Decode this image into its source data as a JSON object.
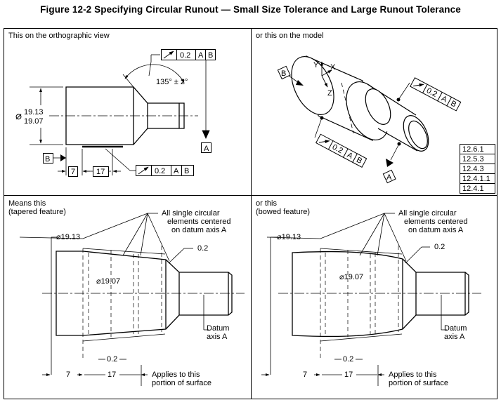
{
  "figure": {
    "title": "Figure 12-2 Specifying Circular Runout — Small Size Tolerance and Large Runout Tolerance"
  },
  "panels": {
    "top_left": {
      "label": "This on the orthographic view",
      "fcf_top": {
        "symbol": "circular-runout-icon",
        "tol": "0.2",
        "d1": "A",
        "d2": "B"
      },
      "fcf_bottom": {
        "symbol": "circular-runout-icon",
        "tol": "0.2",
        "d1": "A",
        "d2": "B"
      },
      "angle": "135° ± 2°",
      "dia_sym": "⌀",
      "dia_hi": "19.13",
      "dia_lo": "19.07",
      "datum_a": "A",
      "datum_b": "B",
      "dim_7": "7",
      "dim_17": "17"
    },
    "top_right": {
      "label": "or this on the model",
      "datum_b": "B",
      "datum_a": "A",
      "axis_y": "Y",
      "axis_x": "X",
      "axis_z": "Z",
      "fcf_1": {
        "tol": "0.2",
        "d1": "A",
        "d2": "B"
      },
      "fcf_2": {
        "tol": "0.2",
        "d1": "A",
        "d2": "B"
      },
      "refs": [
        "12.6.1",
        "12.5.3",
        "12.4.3",
        "12.4.1.1",
        "12.4.1"
      ]
    },
    "bottom_left": {
      "label1": "Means this",
      "label2": "(tapered feature)",
      "note1": "All single circular",
      "note2": "elements centered",
      "note3": "on datum axis A",
      "dia_big": "⌀19.13",
      "dia_mid": "⌀19.07",
      "runout": "0.2",
      "datum1": "Datum",
      "datum2": "axis A",
      "gap": "0.2",
      "dim_7": "7",
      "dim_17": "17",
      "applies1": "Applies to this",
      "applies2": "portion of surface"
    },
    "bottom_right": {
      "label1": "or this",
      "label2": "(bowed feature)",
      "note1": "All single circular",
      "note2": "elements centered",
      "note3": "on datum axis A",
      "dia_big": "⌀19.13",
      "dia_mid": "⌀19.07",
      "runout": "0.2",
      "datum1": "Datum",
      "datum2": "axis A",
      "gap": "0.2",
      "dim_7": "7",
      "dim_17": "17",
      "applies1": "Applies to this",
      "applies2": "portion of surface"
    }
  }
}
